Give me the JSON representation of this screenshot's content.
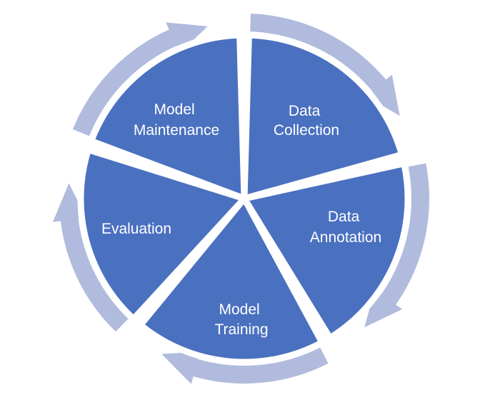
{
  "diagram": {
    "colors": {
      "segment_fill": "#4a70c0",
      "ring_fill": "#b0bbdd",
      "label_text": "#ffffff",
      "background": "#ffffff"
    },
    "segments": [
      {
        "id": "data-collection",
        "lines": [
          "Data",
          "Collection"
        ]
      },
      {
        "id": "data-annotation",
        "lines": [
          "Data",
          "Annotation"
        ]
      },
      {
        "id": "model-training",
        "lines": [
          "Model",
          "Training"
        ]
      },
      {
        "id": "evaluation",
        "lines": [
          "Evaluation"
        ]
      },
      {
        "id": "model-maintenance",
        "lines": [
          "Model",
          "Maintenance"
        ]
      }
    ]
  }
}
